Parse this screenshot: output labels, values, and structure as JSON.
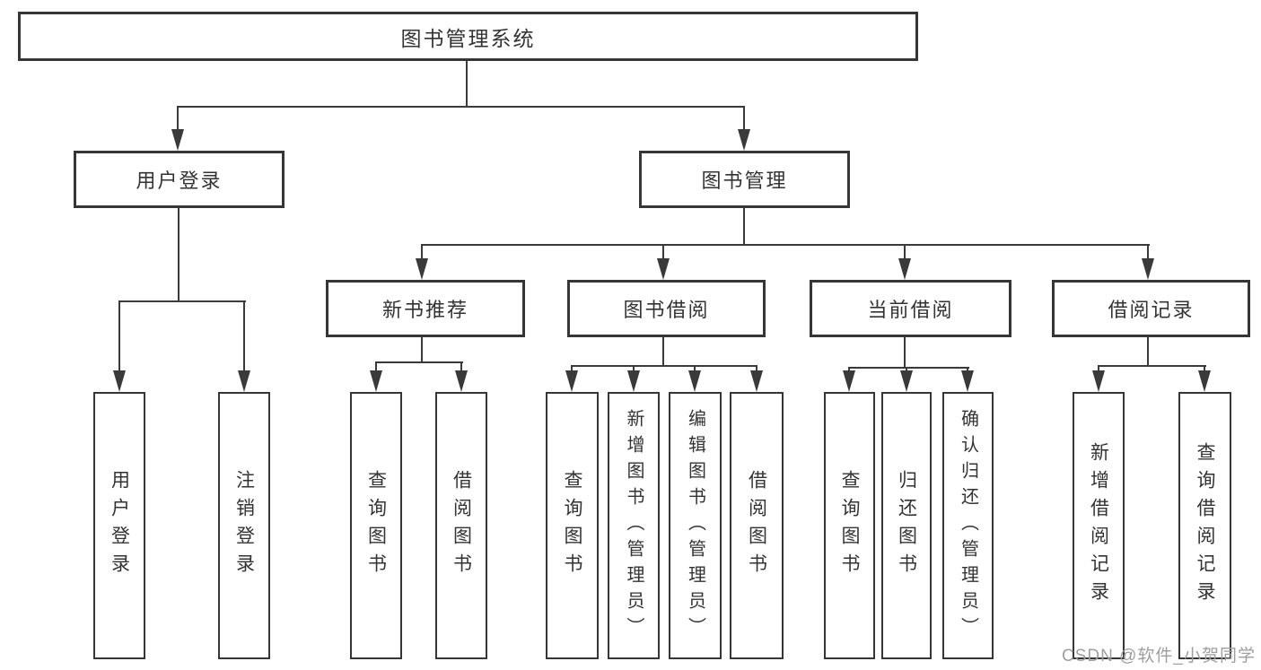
{
  "diagram": {
    "root": {
      "label": "图书管理系统"
    },
    "level2": [
      {
        "id": "user-login",
        "label": "用户登录"
      },
      {
        "id": "book-management",
        "label": "图书管理"
      }
    ],
    "level3": [
      {
        "id": "new-book-recommend",
        "label": "新书推荐"
      },
      {
        "id": "book-borrowing",
        "label": "图书借阅"
      },
      {
        "id": "current-borrowing",
        "label": "当前借阅"
      },
      {
        "id": "borrowing-records",
        "label": "借阅记录"
      }
    ],
    "leaves": [
      {
        "id": "leaf-user-login",
        "label": "用户登录"
      },
      {
        "id": "leaf-logout",
        "label": "注销登录"
      },
      {
        "id": "leaf-query-book-1",
        "label": "查询图书"
      },
      {
        "id": "leaf-borrow-book-1",
        "label": "借阅图书"
      },
      {
        "id": "leaf-query-book-2",
        "label": "查询图书"
      },
      {
        "id": "leaf-add-book-admin",
        "label": "新增图书（管理员）"
      },
      {
        "id": "leaf-edit-book-admin",
        "label": "编辑图书（管理员）"
      },
      {
        "id": "leaf-borrow-book-2",
        "label": "借阅图书"
      },
      {
        "id": "leaf-query-book-3",
        "label": "查询图书"
      },
      {
        "id": "leaf-return-book",
        "label": "归还图书"
      },
      {
        "id": "leaf-confirm-return-admin",
        "label": "确认归还（管理员）"
      },
      {
        "id": "leaf-add-borrow-record",
        "label": "新增借阅记录"
      },
      {
        "id": "leaf-query-borrow-record",
        "label": "查询借阅记录"
      }
    ],
    "watermark": "CSDN @软件_小贺同学",
    "colors": {
      "line": "#3a3a3a",
      "border": "#363636",
      "text": "#333333",
      "watermark": "#9e9e9e",
      "background": "#ffffff"
    }
  }
}
